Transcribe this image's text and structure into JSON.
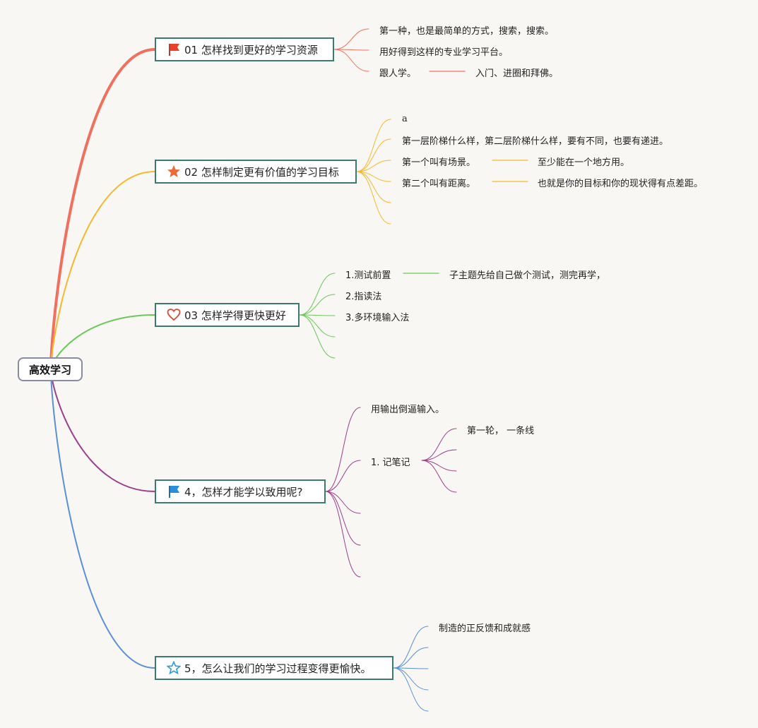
{
  "root": {
    "label": "高效学习"
  },
  "topics": [
    {
      "label": "01 怎样找到更好的学习资源",
      "icon": "red-flag-icon",
      "color": "#f07060",
      "items": [
        {
          "text": "第一种，也是最简单的方式，搜索，搜索。"
        },
        {
          "text": "用好得到这样的专业学习平台。"
        },
        {
          "text": "跟人学。",
          "sub": "入门、进圈和拜佛。"
        }
      ]
    },
    {
      "label": "02 怎样制定更有价值的学习目标",
      "icon": "orange-star-icon",
      "color": "#f5b82e",
      "items": [
        {
          "text": "a"
        },
        {
          "text": "第一层阶梯什么样，第二层阶梯什么样，要有不同，也要有递进。"
        },
        {
          "text": "第一个叫有场景。",
          "sub": "至少能在一个地方用。"
        },
        {
          "text": "第二个叫有距离。",
          "sub": "也就是你的目标和你的现状得有点差距。"
        },
        {
          "text": ""
        },
        {
          "text": ""
        }
      ]
    },
    {
      "label": "03 怎样学得更快更好",
      "icon": "heart-outline-icon",
      "color": "#6cc75a",
      "items": [
        {
          "text": "1.测试前置",
          "sub": "子主题先给自己做个测试，测完再学，"
        },
        {
          "text": "2.指读法"
        },
        {
          "text": "3.多环境输入法"
        },
        {
          "text": ""
        },
        {
          "text": ""
        }
      ]
    },
    {
      "label": "4，怎样才能学以致用呢?",
      "icon": "blue-flag-icon",
      "color": "#9c3f8c",
      "items": [
        {
          "text": "用输出倒逼输入。"
        },
        {
          "text": "1. 记笔记",
          "children": [
            "第一轮，  一条线",
            "",
            "",
            ""
          ]
        },
        {
          "text": ""
        },
        {
          "text": ""
        },
        {
          "text": ""
        }
      ]
    },
    {
      "label": "5，怎么让我们的学习过程变得更愉快。",
      "icon": "blue-star-outline-icon",
      "color": "#5b8fd6",
      "items": [
        {
          "text": "制造的正反馈和成就感"
        },
        {
          "text": ""
        },
        {
          "text": ""
        },
        {
          "text": ""
        },
        {
          "text": ""
        }
      ]
    }
  ],
  "border_color": "#3c7a70"
}
